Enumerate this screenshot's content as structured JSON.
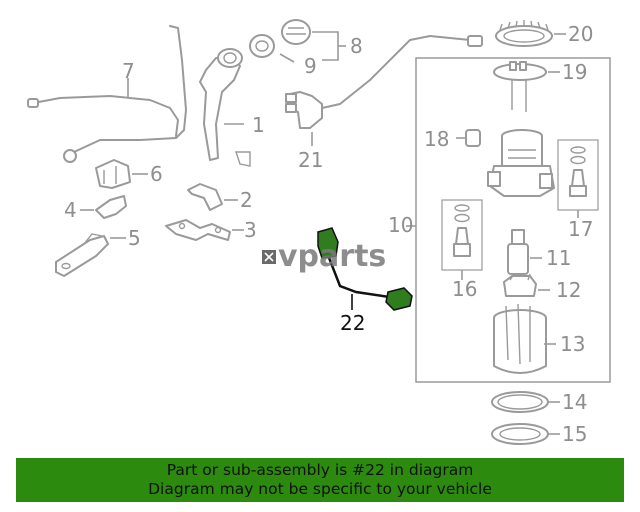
{
  "watermark": "vparts",
  "callouts": {
    "c1": "1",
    "c2": "2",
    "c3": "3",
    "c4": "4",
    "c5": "5",
    "c6": "6",
    "c7": "7",
    "c8": "8",
    "c9": "9",
    "c10": "10",
    "c11": "11",
    "c12": "12",
    "c13": "13",
    "c14": "14",
    "c15": "15",
    "c16": "16",
    "c17": "17",
    "c18": "18",
    "c19": "19",
    "c20": "20",
    "c21": "21",
    "c22": "22"
  },
  "highlight_color": "#2c8a0f",
  "banner": {
    "line1": "Part or sub-assembly is #22 in diagram",
    "line2": "Diagram may not be specific to your vehicle"
  }
}
